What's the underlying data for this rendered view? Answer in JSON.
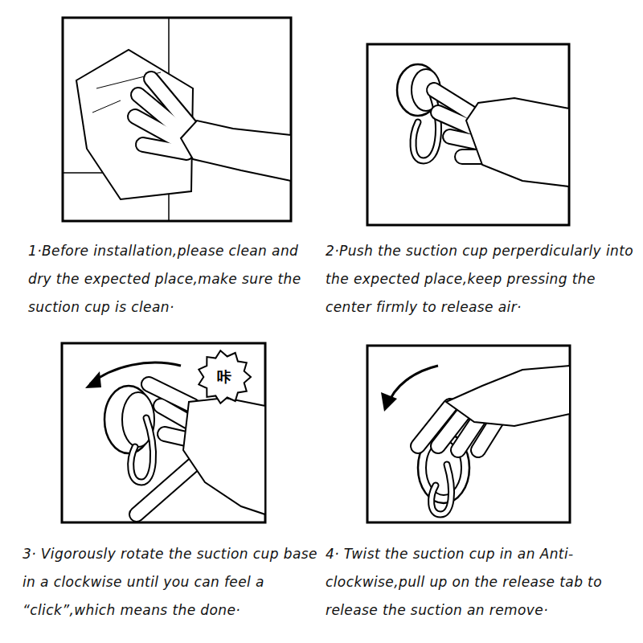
{
  "diagram": {
    "nodes": [
      {
        "text": [
          "咔"
        ]
      }
    ],
    "labels": [
      "1·Before installation,please clean and dry the expected place,make sure the suction cup is clean·",
      "2·Push the suction cup perperdicularly into the expected place,keep pressing the center firmly to release air·",
      "3· Vigorously rotate the suction cup base in a clockwise until you can feel a “click”,which means the done·",
      "4· Twist the suction cup in an Anti- clockwise,pull up on the release tab to release the suction an remove·"
    ]
  }
}
